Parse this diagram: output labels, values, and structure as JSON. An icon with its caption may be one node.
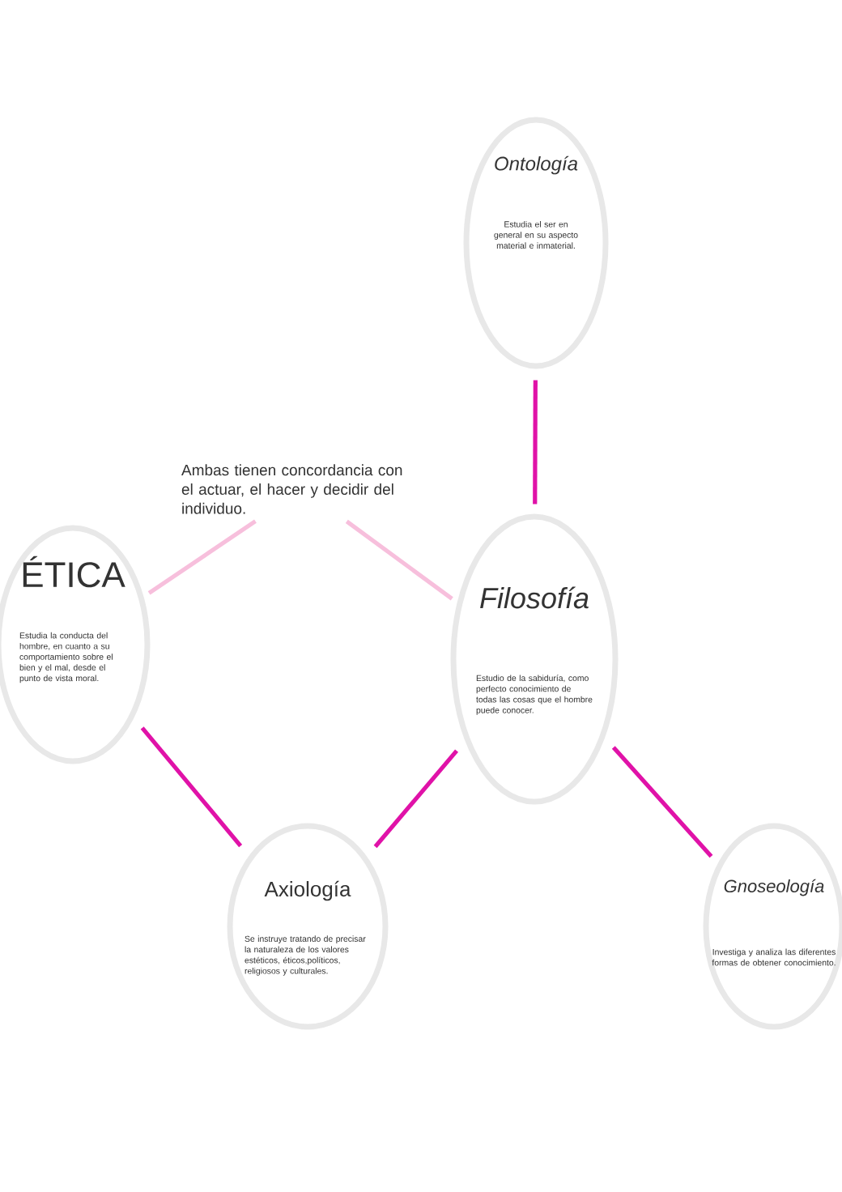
{
  "diagram": {
    "nodes": [
      {
        "text": [
          "Ontología",
          "Estudia el ser en general en su aspecto material e inmaterial."
        ]
      },
      {
        "text": [
          "ÉTICA",
          "Estudia la conducta del hombre, en cuanto a su comportamiento sobre el bien y el mal, desde el punto de vista moral."
        ]
      },
      {
        "text": [
          "Ambas tienen concordancia con el actuar, el hacer y decidir del individuo."
        ]
      },
      {
        "text": [
          "Filosofía",
          "Estudio de la sabiduría, como perfecto conocimiento de todas las cosas que el hombre puede conocer."
        ]
      },
      {
        "text": [
          "Axiología",
          "Se instruye tratando de precisar la naturaleza de los valores estéticos, éticos,políticos,  religiosos y culturales."
        ]
      },
      {
        "text": [
          "Gnoseología",
          "Investiga y analiza las diferentes formas de obtener conocimiento."
        ]
      }
    ],
    "edges": [
      {
        "from": 0,
        "to": 3,
        "arrow": "none"
      },
      {
        "from": 1,
        "to": 2,
        "arrow": "none",
        "color": "#f7bfdc"
      },
      {
        "from": 2,
        "to": 3,
        "arrow": "none",
        "color": "#f7bfdc"
      },
      {
        "from": 3,
        "to": 4,
        "arrow": "none"
      },
      {
        "from": 3,
        "to": 5,
        "arrow": "none"
      },
      {
        "from": 1,
        "to": 4,
        "arrow": "none"
      }
    ]
  }
}
